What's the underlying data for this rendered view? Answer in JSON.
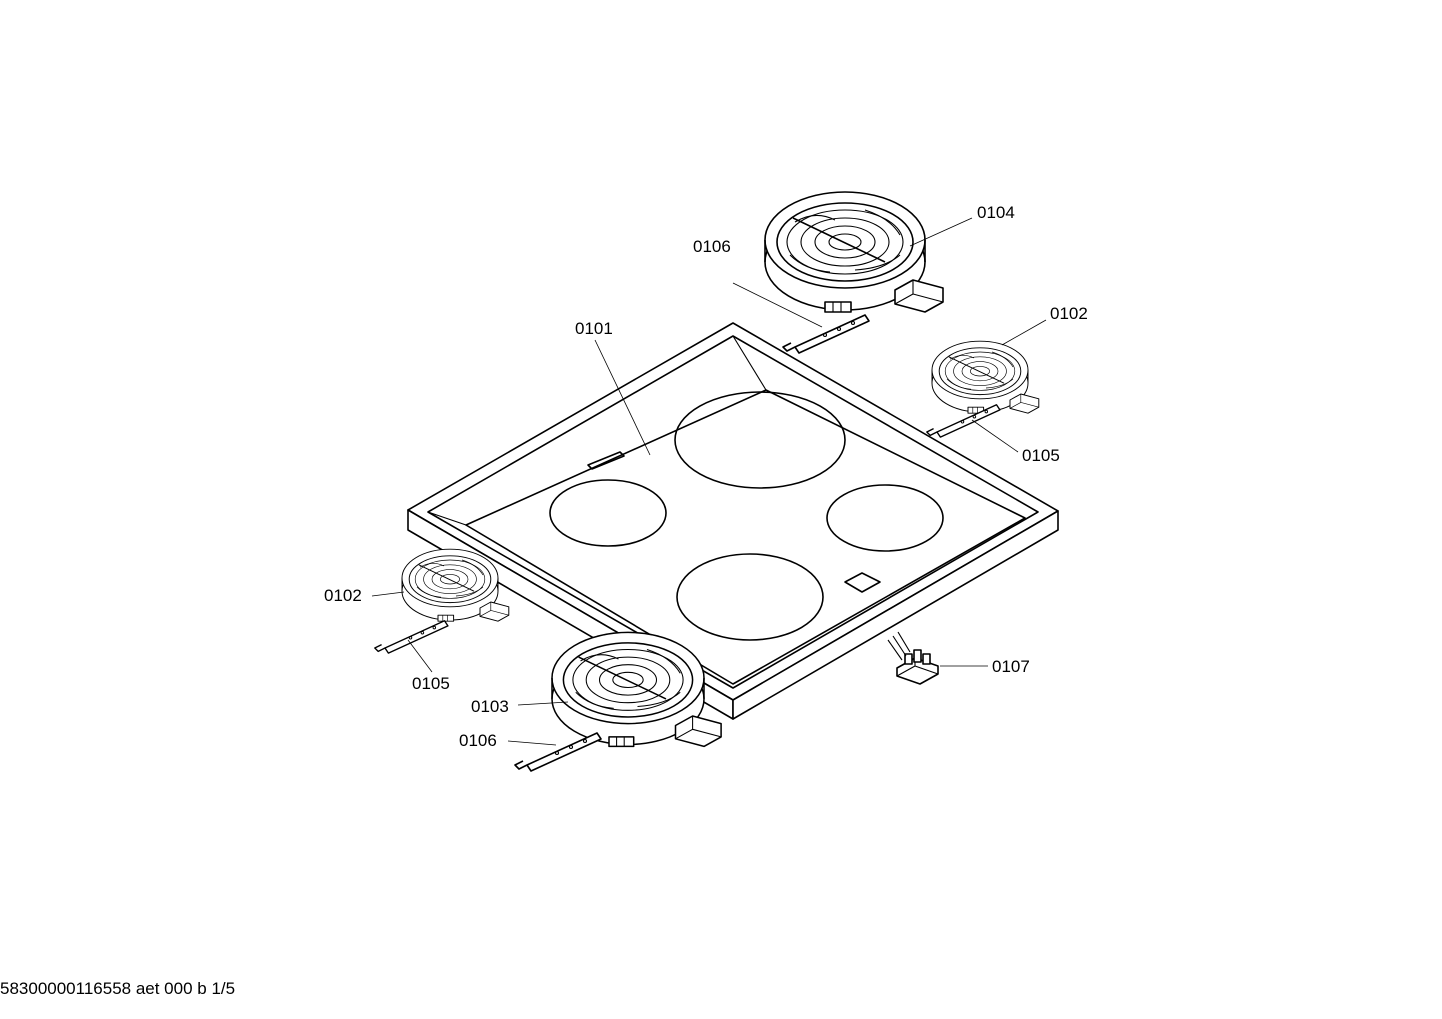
{
  "labels": {
    "p0101": "0101",
    "p0102_right": "0102",
    "p0102_left": "0102",
    "p0103": "0103",
    "p0104": "0104",
    "p0105_right": "0105",
    "p0105_left": "0105",
    "p0106_top": "0106",
    "p0106_bottom": "0106",
    "p0107": "0107"
  },
  "footer": "58300000116558 aet 000 b 1/5",
  "colors": {
    "line": "#000000",
    "background": "#ffffff"
  }
}
